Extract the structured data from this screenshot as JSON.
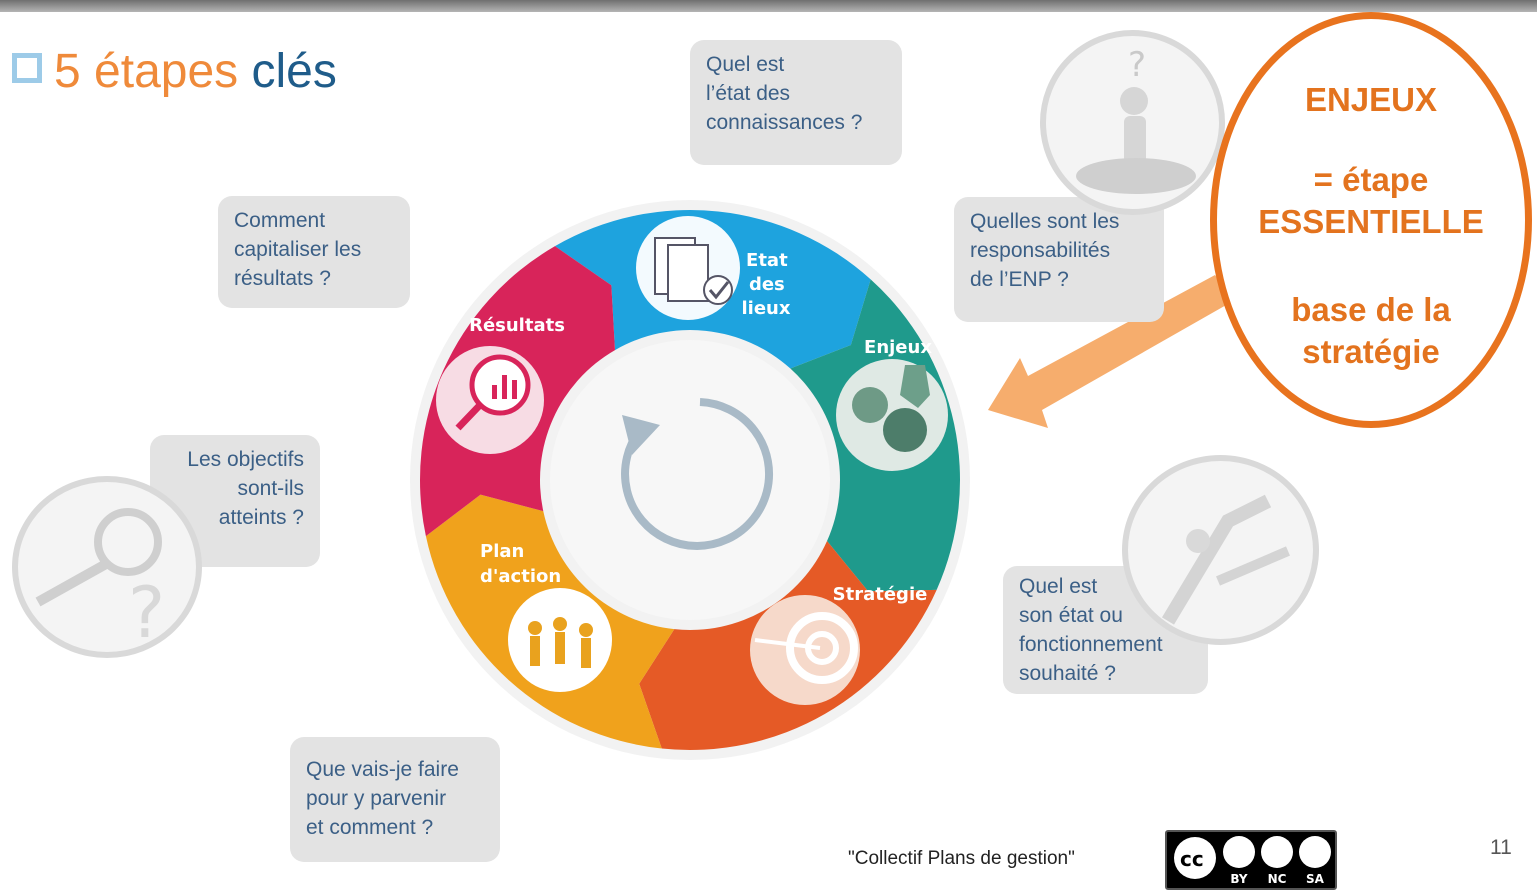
{
  "title": {
    "prefix": "5 étapes",
    "emphasis": "clés"
  },
  "steps": [
    {
      "label_lines": [
        "Etat",
        "des",
        "lieux"
      ],
      "color": "#1ea3de"
    },
    {
      "label_lines": [
        "Enjeux"
      ],
      "color": "#1f9a8c"
    },
    {
      "label_lines": [
        "Stratégie"
      ],
      "color": "#e55a26"
    },
    {
      "label_lines": [
        "Plan",
        "d'action"
      ],
      "color": "#f0a21c"
    },
    {
      "label_lines": [
        "Résultats"
      ],
      "color": "#d8245a"
    }
  ],
  "questions": {
    "etat": [
      "Quel est",
      "l’état des",
      "connaissances ?"
    ],
    "capitaliser": [
      "Comment",
      "capitaliser les",
      "résultats ?"
    ],
    "responsabilites": [
      "Quelles sont les",
      "responsabilités",
      "de l’ENP ?"
    ],
    "objectifs": [
      "Les objectifs",
      "sont-ils",
      "atteints ?"
    ],
    "souhaite": [
      "Quel est",
      "son état ou",
      "fonctionnement",
      "souhaité ?"
    ],
    "plan": [
      "Que vais-je faire",
      "pour y parvenir",
      "et comment ?"
    ]
  },
  "enjeux_box": {
    "heading": "ENJEUX",
    "line1": "= étape",
    "line2": "ESSENTIELLE",
    "line3": "base de la",
    "line4": "stratégie"
  },
  "footer": {
    "credit": "\"Collectif Plans de gestion\"",
    "license_labels": [
      "BY",
      "NC",
      "SA"
    ],
    "page_number": "11"
  }
}
